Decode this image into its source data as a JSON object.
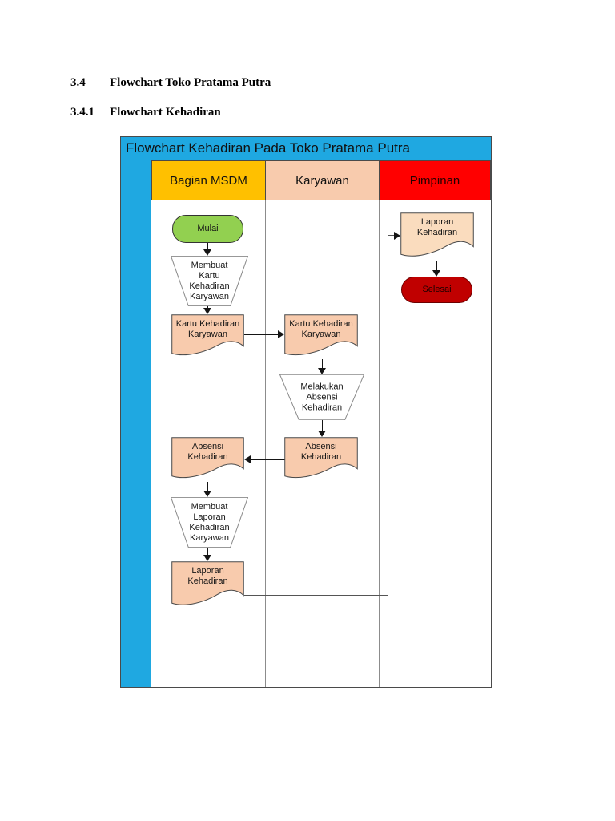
{
  "page": {
    "heading_3_4": {
      "number": "3.4",
      "title": "Flowchart Toko Pratama Putra"
    },
    "heading_3_4_1": {
      "number": "3.4.1",
      "title": "Flowchart Kehadiran"
    }
  },
  "flowchart": {
    "title": "Flowchart Kehadiran Pada Toko Pratama Putra",
    "lanes": [
      {
        "label": "Bagian MSDM",
        "color": "#FFC000"
      },
      {
        "label": "Karyawan",
        "color": "#F8CBAD"
      },
      {
        "label": "Pimpinan",
        "color": "#FF0000"
      }
    ],
    "nodes": {
      "start": "Mulai",
      "membuat_kartu": "Membuat Kartu Kehadiran Karyawan",
      "kartu_msdm": "Kartu Kehadiran Karyawan",
      "kartu_karyawan": "Kartu Kehadiran Karyawan",
      "melakukan_absensi": "Melakukan Absensi Kehadiran",
      "absensi_karyawan": "Absensi Kehadiran",
      "absensi_msdm": "Absensi Kehadiran",
      "membuat_laporan": "Membuat Laporan Kehadiran Karyawan",
      "laporan_msdm": "Laporan Kehadiran",
      "laporan_pimpinan": "Laporan Kehadiran",
      "end": "Selesai"
    },
    "colors": {
      "title_bg": "#1FA8E1",
      "lane_strip": "#1FA8E1",
      "header_msdm": "#FFC000",
      "header_karyawan": "#F8CBAD",
      "header_pimpinan": "#FF0000",
      "start_fill": "#92D050",
      "end_fill": "#C00000",
      "document_fill": "#F8CBAD",
      "document_fill_light": "#FADCBE"
    }
  }
}
